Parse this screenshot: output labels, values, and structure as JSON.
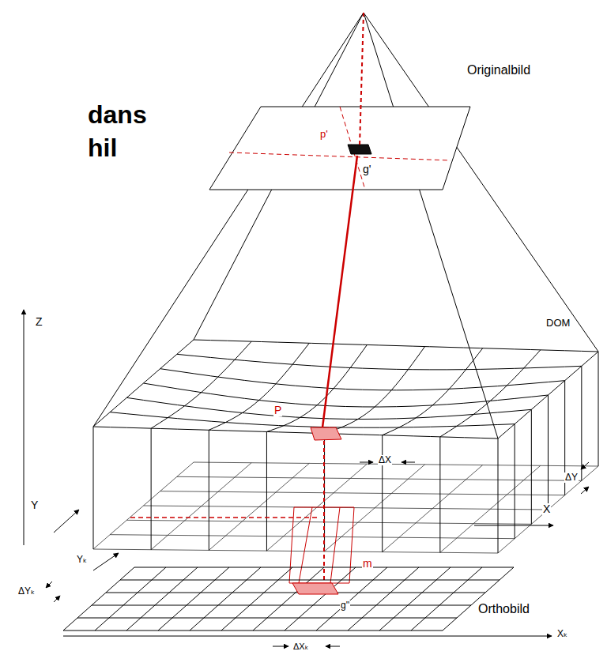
{
  "diagram": {
    "labels": [
      "dans",
      "hil",
      "Originalbild",
      "p'",
      "g'",
      "DOM",
      "Z",
      "P",
      "ΔX",
      "ΔY",
      "Y",
      "X",
      "Yₖ",
      "ΔYₖ",
      "m",
      "g''",
      "Orthobild",
      "Xₖ",
      "ΔXₖ"
    ]
  }
}
